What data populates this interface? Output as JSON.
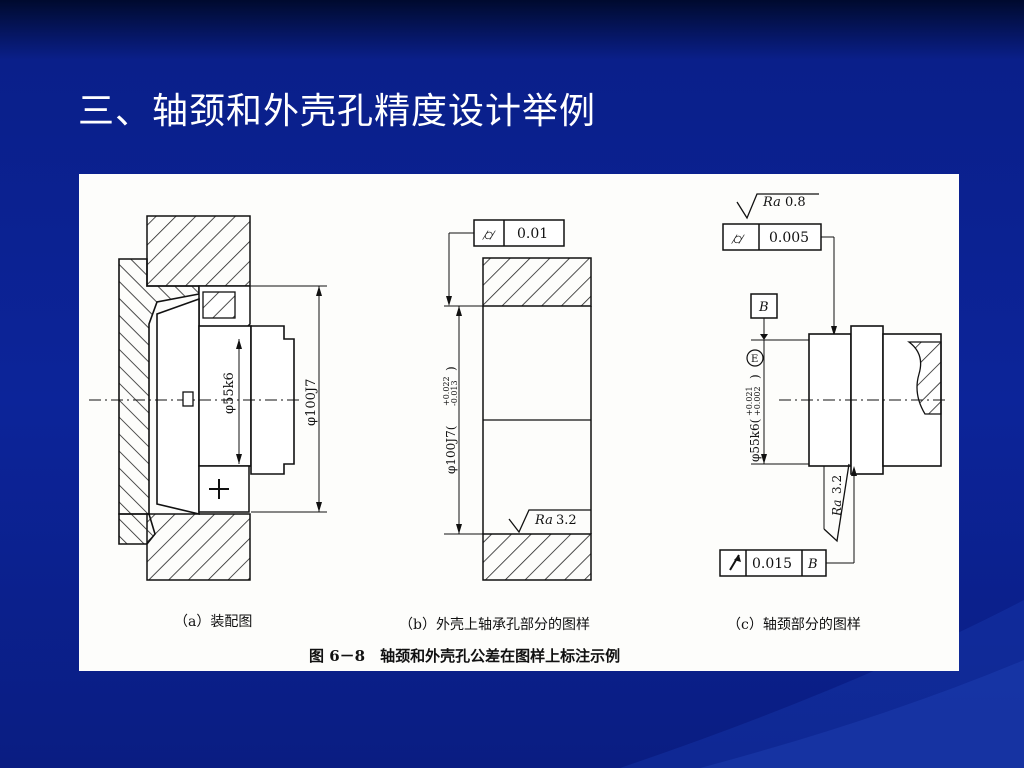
{
  "slide": {
    "title": "三、轴颈和外壳孔精度设计举例"
  },
  "figure": {
    "panel_a": {
      "caption": "（a）装配图",
      "dim_shaft": "φ55k6",
      "dim_housing": "φ100J7"
    },
    "panel_b": {
      "caption": "（b）外壳上轴承孔部分的图样",
      "tolerance_value": "0.01",
      "dim_bore": "φ100J7(",
      "dim_bore_dev_upper": "+0.022",
      "dim_bore_dev_lower": "-0.013",
      "dim_bore_close": ")",
      "roughness_label": "Ra",
      "roughness_value": "3.2"
    },
    "panel_c": {
      "caption": "（c）轴颈部分的图样",
      "top_roughness_label": "Ra",
      "top_roughness_value": "0.8",
      "cylindricity_value": "0.005",
      "datum_label": "B",
      "dim_journal": "φ55k6(",
      "dim_journal_dev_upper": "+0.021",
      "dim_journal_dev_lower": "+0.002",
      "dim_journal_close": ")",
      "envelope_symbol": "E",
      "side_roughness_label": "Ra",
      "side_roughness_value": "3.2",
      "runout_value": "0.015",
      "runout_datum": "B"
    },
    "main_caption": "图 6－8　轴颈和外壳孔公差在图样上标注示例"
  }
}
